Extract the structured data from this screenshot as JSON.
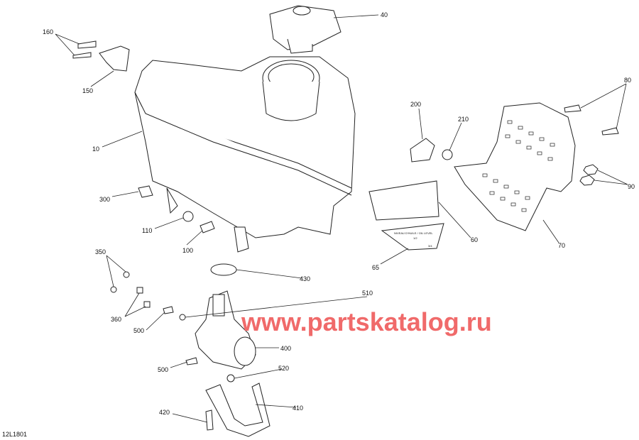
{
  "diagram_id": "12L1801",
  "watermark": "www.partskatalog.ru",
  "callouts": [
    "160",
    "150",
    "10",
    "300",
    "110",
    "100",
    "40",
    "200",
    "210",
    "80",
    "90",
    "60",
    "65",
    "70",
    "350",
    "360",
    "430",
    "510",
    "500",
    "400",
    "500",
    "520",
    "420",
    "410"
  ],
  "sticker_text": {
    "title": "NIVEAU D'HUILE / OIL LEVEL",
    "mark1": "1/2",
    "mark2": "3/4"
  },
  "colors": {
    "line": "#222222",
    "watermark": "#f06a6a"
  }
}
